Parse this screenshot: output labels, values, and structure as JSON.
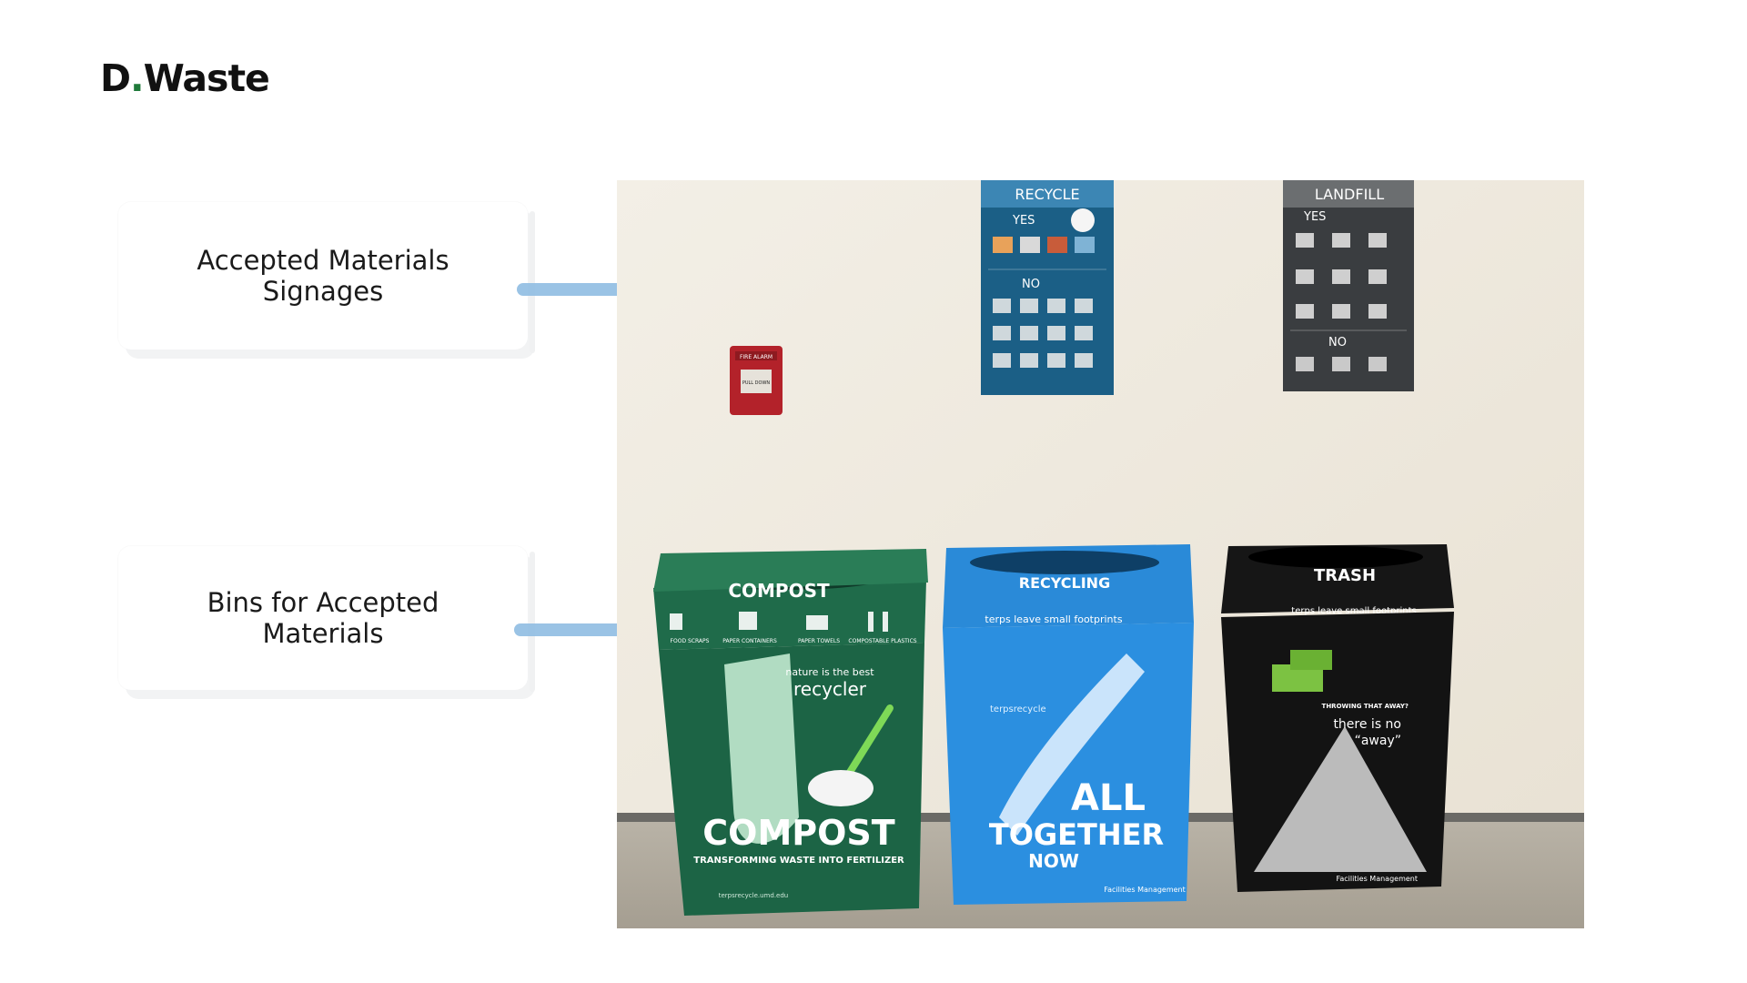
{
  "brand": {
    "name_part1": "D",
    "name_dot": ".",
    "name_part2": "Waste",
    "accent": "#1f7a3a"
  },
  "callouts": {
    "signage": {
      "line1": "Accepted Materials",
      "line2": "Signages"
    },
    "bins": {
      "line1": "Bins for Accepted",
      "line2": "Materials"
    }
  },
  "connector_color": "#8fbde2",
  "photo": {
    "signs": {
      "recycle": {
        "title": "RECYCLE",
        "yes": "YES",
        "no": "NO"
      },
      "landfill": {
        "title": "LANDFILL",
        "yes": "YES",
        "no": "NO"
      }
    },
    "fire_alarm": {
      "line1": "FIRE ALARM",
      "line2": "PULL DOWN"
    },
    "bins": {
      "compost": {
        "lid": "COMPOST",
        "icons": [
          "FOOD SCRAPS",
          "PAPER CONTAINERS",
          "PAPER TOWELS",
          "COMPOSTABLE PLASTICS"
        ],
        "tag1": "nature is the best",
        "tag2": "recycler",
        "main": "COMPOST",
        "sub": "TRANSFORMING WASTE INTO FERTILIZER",
        "url": "terpsrecycle.umd.edu",
        "color": "#1f6b4a"
      },
      "recycling": {
        "lid": "RECYCLING",
        "strip": "terps leave small footprints",
        "brand": "terpsrecycle",
        "main1": "ALL",
        "main2": "TOGETHER",
        "main3": "NOW",
        "fm": "Facilities Management",
        "color": "#2a8ad8"
      },
      "trash": {
        "lid": "TRASH",
        "strip": "terps leave small footprints",
        "q": "THROWING THAT AWAY?",
        "a1": "there is no",
        "a2": "“away”",
        "fm": "Facilities Management",
        "color": "#151515"
      }
    }
  }
}
